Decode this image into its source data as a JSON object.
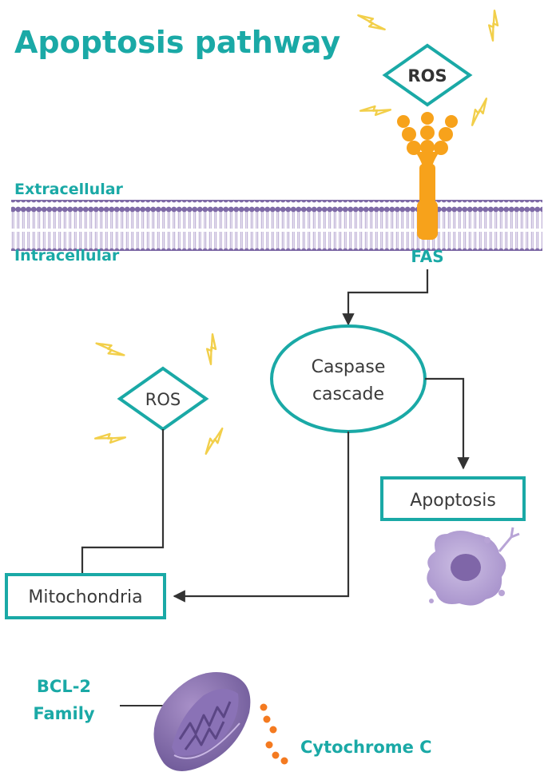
{
  "title": "Apoptosis pathway",
  "membrane": {
    "extracellular_label": "Extracellular",
    "intracellular_label": "Intracellular"
  },
  "nodes": {
    "ros_top": "ROS",
    "fas": "FAS",
    "caspase_line1": "Caspase",
    "caspase_line2": "cascade",
    "ros_mid": "ROS",
    "apoptosis": "Apoptosis",
    "mitochondria": "Mitochondria"
  },
  "annotations": {
    "bcl2_line1": "BCL-2",
    "bcl2_line2": "Family",
    "cytochrome": "Cytochrome C"
  },
  "colors": {
    "accent_teal": "#1aa9a6",
    "bolt_yellow": "#f2cf4a",
    "receptor_orange": "#f7a21b",
    "membrane_purple": "#7e6aa6",
    "cytochrome_orange": "#f47a20",
    "cell_lavender": "#b8a4d6"
  },
  "icons": [
    "lightning-bolt-icon",
    "fas-receptor-icon",
    "phospholipid-membrane-icon",
    "mitochondrion-icon",
    "cytochrome-dots-icon",
    "apoptotic-cell-icon"
  ]
}
